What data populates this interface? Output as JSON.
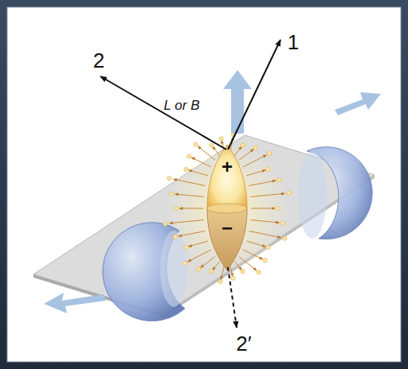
{
  "diagram": {
    "labels": [
      "2",
      "1",
      "L or B",
      "+",
      "−",
      "2′"
    ]
  }
}
